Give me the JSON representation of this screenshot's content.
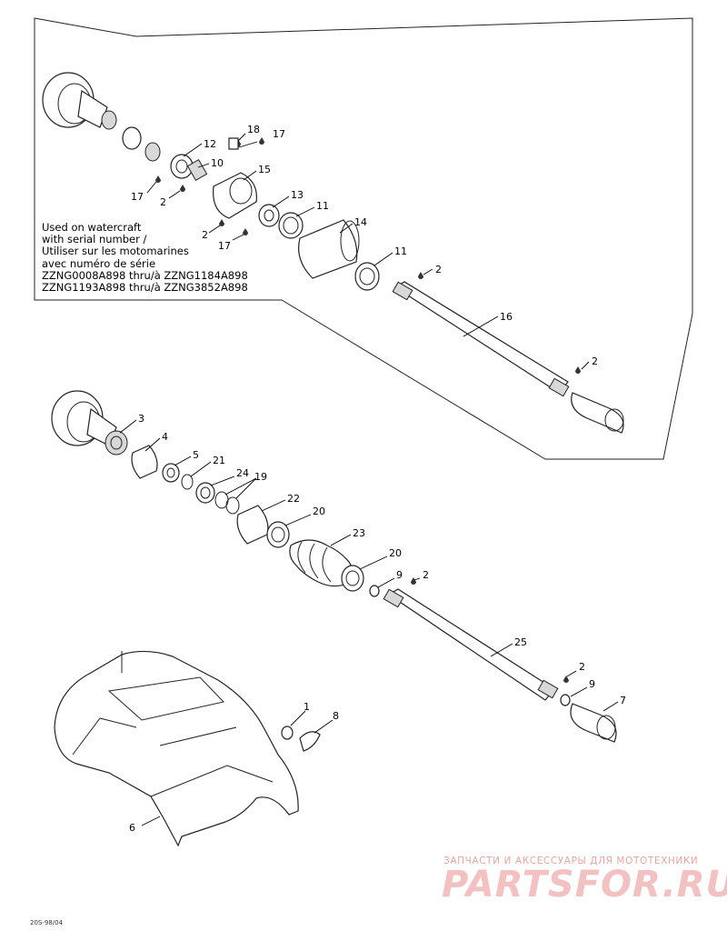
{
  "note": {
    "lines": [
      "Used on watercraft",
      "with serial number /",
      "Utiliser sur les motomarines",
      "avec numéro de série",
      "ZZNG0008A898 thru/à ZZNG1184A898",
      "ZZNG1193A898 thru/à ZZNG3852A898"
    ]
  },
  "callouts": [
    {
      "id": "c12",
      "label": "12"
    },
    {
      "id": "c10",
      "label": "10"
    },
    {
      "id": "c18",
      "label": "18"
    },
    {
      "id": "c17a",
      "label": "17"
    },
    {
      "id": "c17b",
      "label": "17"
    },
    {
      "id": "c17c",
      "label": "17"
    },
    {
      "id": "c15",
      "label": "15"
    },
    {
      "id": "c13",
      "label": "13"
    },
    {
      "id": "c11a",
      "label": "11"
    },
    {
      "id": "c11b",
      "label": "11"
    },
    {
      "id": "c14",
      "label": "14"
    },
    {
      "id": "c2a",
      "label": "2"
    },
    {
      "id": "c2b",
      "label": "2"
    },
    {
      "id": "c2c",
      "label": "2"
    },
    {
      "id": "c2d",
      "label": "2"
    },
    {
      "id": "c16",
      "label": "16"
    },
    {
      "id": "c3",
      "label": "3"
    },
    {
      "id": "c4",
      "label": "4"
    },
    {
      "id": "c5",
      "label": "5"
    },
    {
      "id": "c21",
      "label": "21"
    },
    {
      "id": "c24",
      "label": "24"
    },
    {
      "id": "c19",
      "label": "19"
    },
    {
      "id": "c22",
      "label": "22"
    },
    {
      "id": "c20a",
      "label": "20"
    },
    {
      "id": "c23",
      "label": "23"
    },
    {
      "id": "c20b",
      "label": "20"
    },
    {
      "id": "c9a",
      "label": "9"
    },
    {
      "id": "c2e",
      "label": "2"
    },
    {
      "id": "c25",
      "label": "25"
    },
    {
      "id": "c2f",
      "label": "2"
    },
    {
      "id": "c9b",
      "label": "9"
    },
    {
      "id": "c7",
      "label": "7"
    },
    {
      "id": "c1",
      "label": "1"
    },
    {
      "id": "c8",
      "label": "8"
    },
    {
      "id": "c6",
      "label": "6"
    }
  ],
  "watermark": {
    "tagline": "ЗАПЧАСТИ И АКСЕССУАРЫ ДЛЯ МОТОТЕХНИКИ",
    "logo": "PARTSFOR.RU"
  },
  "drawing_code": "20S-98/04"
}
